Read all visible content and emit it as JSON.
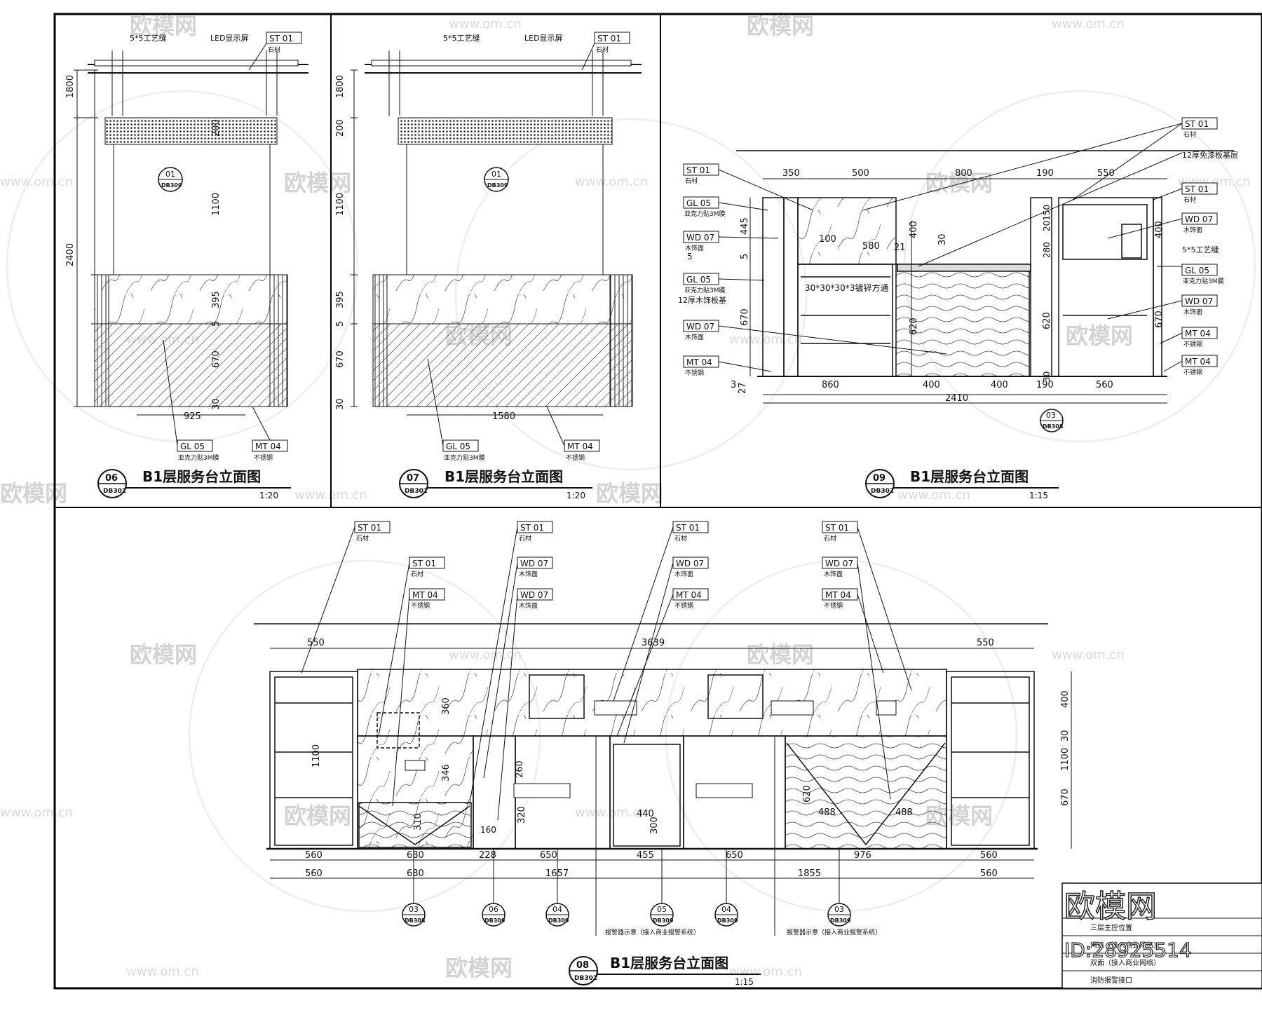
{
  "callouts": {
    "st01": "ST 01",
    "st01_sub": "石材",
    "gl05": "GL 05",
    "gl05_sub": "亚克力贴3M膜",
    "mt04": "MT 04",
    "mt04_sub": "不锈钢",
    "wd07": "WD 07",
    "wd07_sub": "木饰面",
    "gongyi": "5*5工艺缝",
    "led": "LED显示屏",
    "back_panel": "12厚木饰板基",
    "marble12": "12厚免漆板基层"
  },
  "panel06": {
    "view_no": "06",
    "sheet_no": "DB302",
    "title": "B1层服务台立面图",
    "scale": "1:20",
    "ref": {
      "top": "01",
      "bottom": "DB309"
    },
    "dims": {
      "d1800": "1800",
      "d200": "200",
      "d1100": "1100",
      "d2400": "2400",
      "d395": "395",
      "d5": "5",
      "d670": "670",
      "d30": "30",
      "d925": "925"
    }
  },
  "panel07": {
    "view_no": "07",
    "sheet_no": "DB302",
    "title": "B1层服务台立面图",
    "scale": "1:20",
    "ref": {
      "top": "01",
      "bottom": "DB309"
    },
    "dims": {
      "d1800": "1800",
      "d200": "200",
      "d1100": "1100",
      "d395": "395",
      "d5": "5",
      "d670": "670",
      "d30": "30",
      "d1580": "1580"
    }
  },
  "panel09": {
    "view_no": "09",
    "sheet_no": "DB302",
    "title": "B1层服务台立面图",
    "scale": "1:15",
    "ref": {
      "top": "03",
      "bottom": "DB308"
    },
    "top_dims": [
      "350",
      "500",
      "800",
      "190",
      "550"
    ],
    "bottom_dims": [
      "860",
      "400",
      "400",
      "190",
      "560"
    ],
    "total_dim": "2410",
    "inner": {
      "d100": "100",
      "d580": "580",
      "d30x": "30*30*30*3镀锌方通",
      "d21": "21"
    },
    "side": {
      "d445": "445",
      "d5": "5",
      "d670": "670",
      "d3": "3",
      "d27": "27",
      "d400": "400",
      "d620": "620",
      "d30": "30",
      "d20150": "20150",
      "d280": "280",
      "r400": "400",
      "r620": "620",
      "r670": "670",
      "r30": "30"
    }
  },
  "panel08": {
    "view_no": "08",
    "sheet_no": "DB302",
    "title": "B1层服务台立面图",
    "scale": "1:15",
    "top_dims": [
      "550",
      "3639",
      "550"
    ],
    "bottom_row1": [
      "560",
      "680",
      "228",
      "650",
      "455",
      "650",
      "976",
      "560"
    ],
    "bottom_row2": [
      "560",
      "680",
      "1657",
      "1855",
      "560"
    ],
    "side": {
      "d1100": "1100",
      "d360": "360",
      "d346": "346",
      "d310": "310",
      "d260": "260",
      "d320": "320",
      "d160": "160",
      "d440": "440",
      "d300": "300",
      "d620": "620",
      "d488a": "488",
      "d488b": "488"
    },
    "right": {
      "d400": "400",
      "d30": "30",
      "d1100": "1100",
      "d670": "670"
    },
    "refs": [
      {
        "top": "03",
        "bottom": "DB308"
      },
      {
        "top": "06",
        "bottom": "DB309"
      },
      {
        "top": "04",
        "bottom": "DB309"
      },
      {
        "top": "05",
        "bottom": "DB309"
      },
      {
        "top": "04",
        "bottom": "DB309"
      },
      {
        "top": "03",
        "bottom": "DB309"
      }
    ],
    "notes": [
      "报警器示意（接入商业报警系统）",
      "报警器示意（接入商业报警系统）"
    ]
  },
  "legend": {
    "items": [
      "三层主控位置",
      "网络（接入商业网络）",
      "双面（接入商业网络）",
      "消防报警接口"
    ]
  },
  "watermark": {
    "logo": "欧模网",
    "id": "ID:28925514",
    "url": "www.om.cn"
  }
}
